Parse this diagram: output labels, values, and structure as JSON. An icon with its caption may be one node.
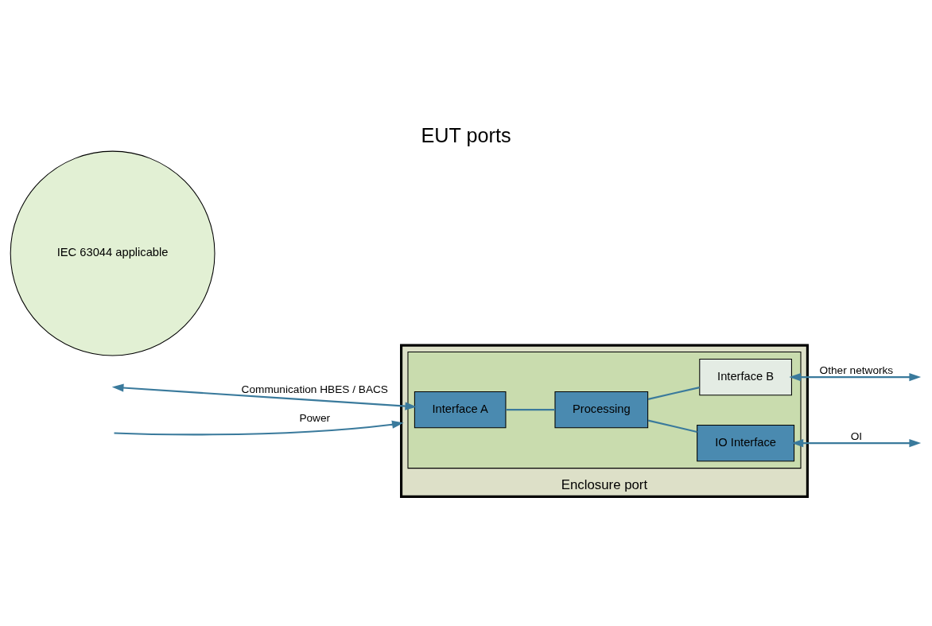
{
  "diagram": {
    "title": "EUT ports",
    "nodes": [
      {
        "text": [],
        "shape": "box",
        "beside": [
          "Enclosure port"
        ]
      },
      {
        "text": [],
        "shape": "box",
        "in": 0
      },
      {
        "text": [
          "Interface A"
        ],
        "in": 1
      },
      {
        "text": [
          "Processing"
        ],
        "in": 1
      },
      {
        "text": [
          "Interface B"
        ],
        "in": 1
      },
      {
        "text": [
          "IO Interface"
        ],
        "in": 1
      },
      {
        "text": [
          "IEC 63044 applicable"
        ]
      }
    ],
    "edges": [
      {
        "from": null,
        "to": 2,
        "arrow": "both",
        "label": "Communication HBES / BACS"
      },
      {
        "from": null,
        "to": 0,
        "arrow": "to",
        "label": "Power"
      },
      {
        "from": 2,
        "to": 3,
        "arrow": "none"
      },
      {
        "from": 3,
        "to": 4,
        "arrow": "none"
      },
      {
        "from": 3,
        "to": 5,
        "arrow": "none"
      },
      {
        "from": 5,
        "to": null,
        "arrow": "both",
        "label": "OI"
      },
      {
        "from": 4,
        "to": null,
        "arrow": "both",
        "label": "Other networks"
      }
    ]
  }
}
